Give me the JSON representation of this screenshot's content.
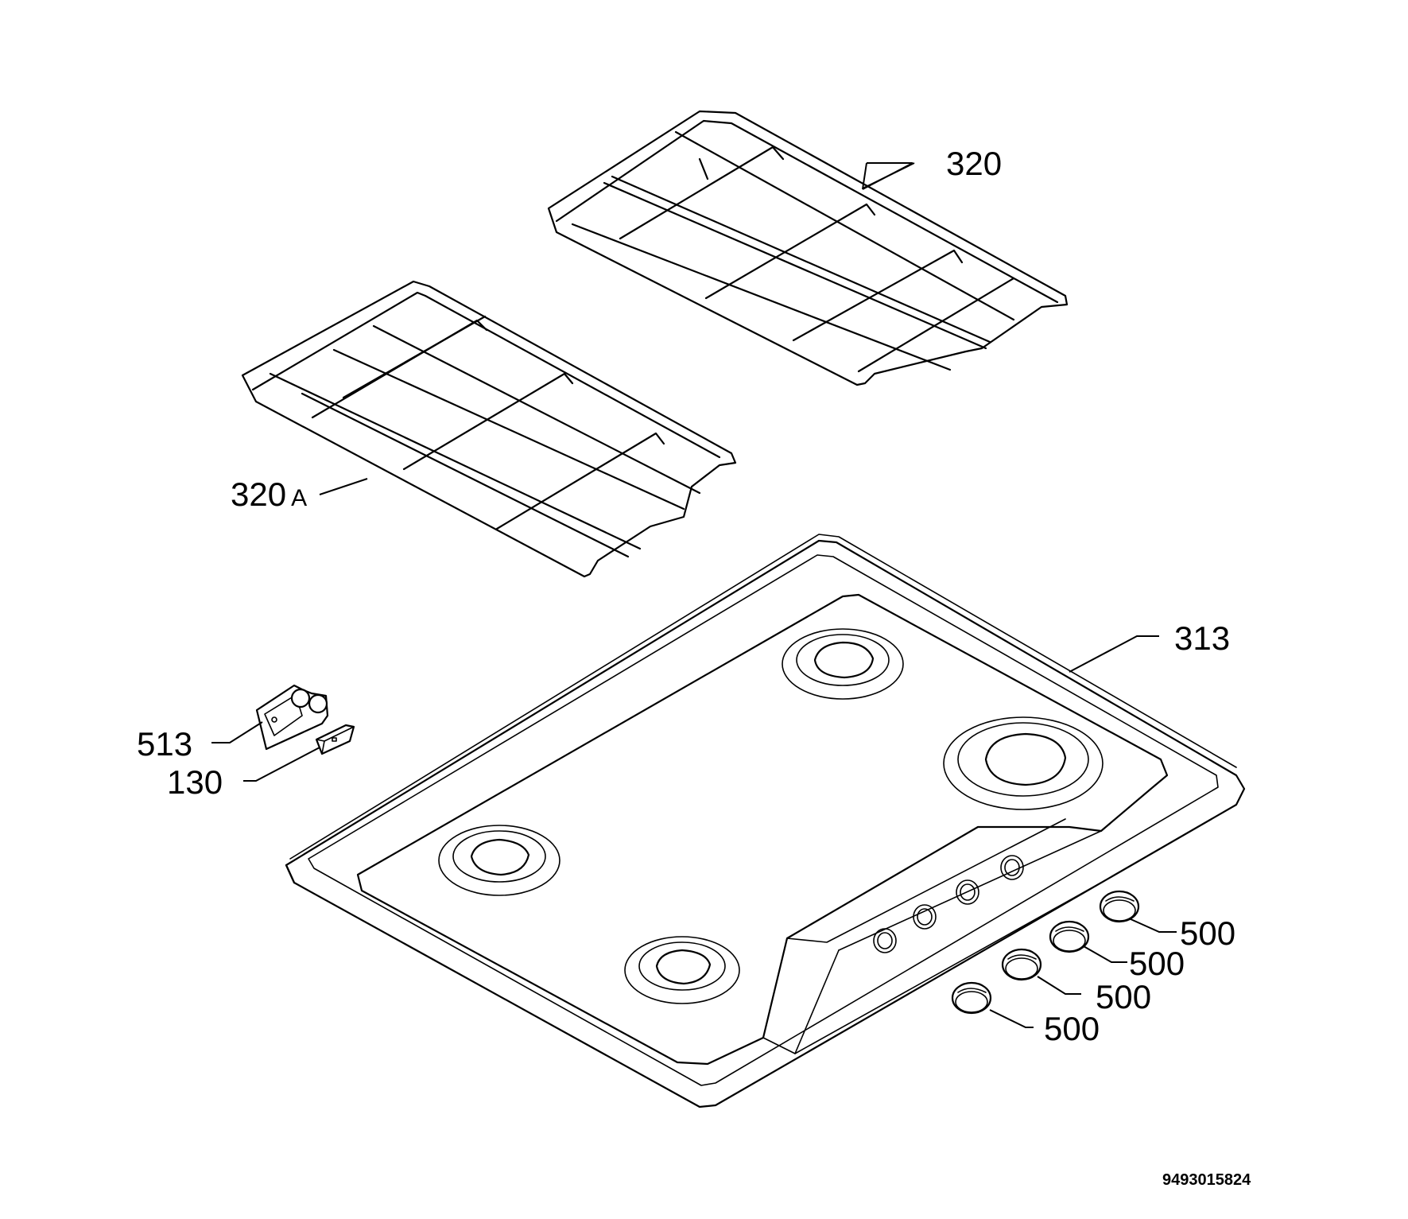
{
  "diagram": {
    "labels": {
      "grate_right": "320",
      "grate_left_num": "320",
      "grate_left_suffix": "A",
      "hob": "313",
      "part_513": "513",
      "part_130": "130",
      "knob_1": "500",
      "knob_2": "500",
      "knob_3": "500",
      "knob_4": "500"
    },
    "document_number": "9493015824"
  }
}
